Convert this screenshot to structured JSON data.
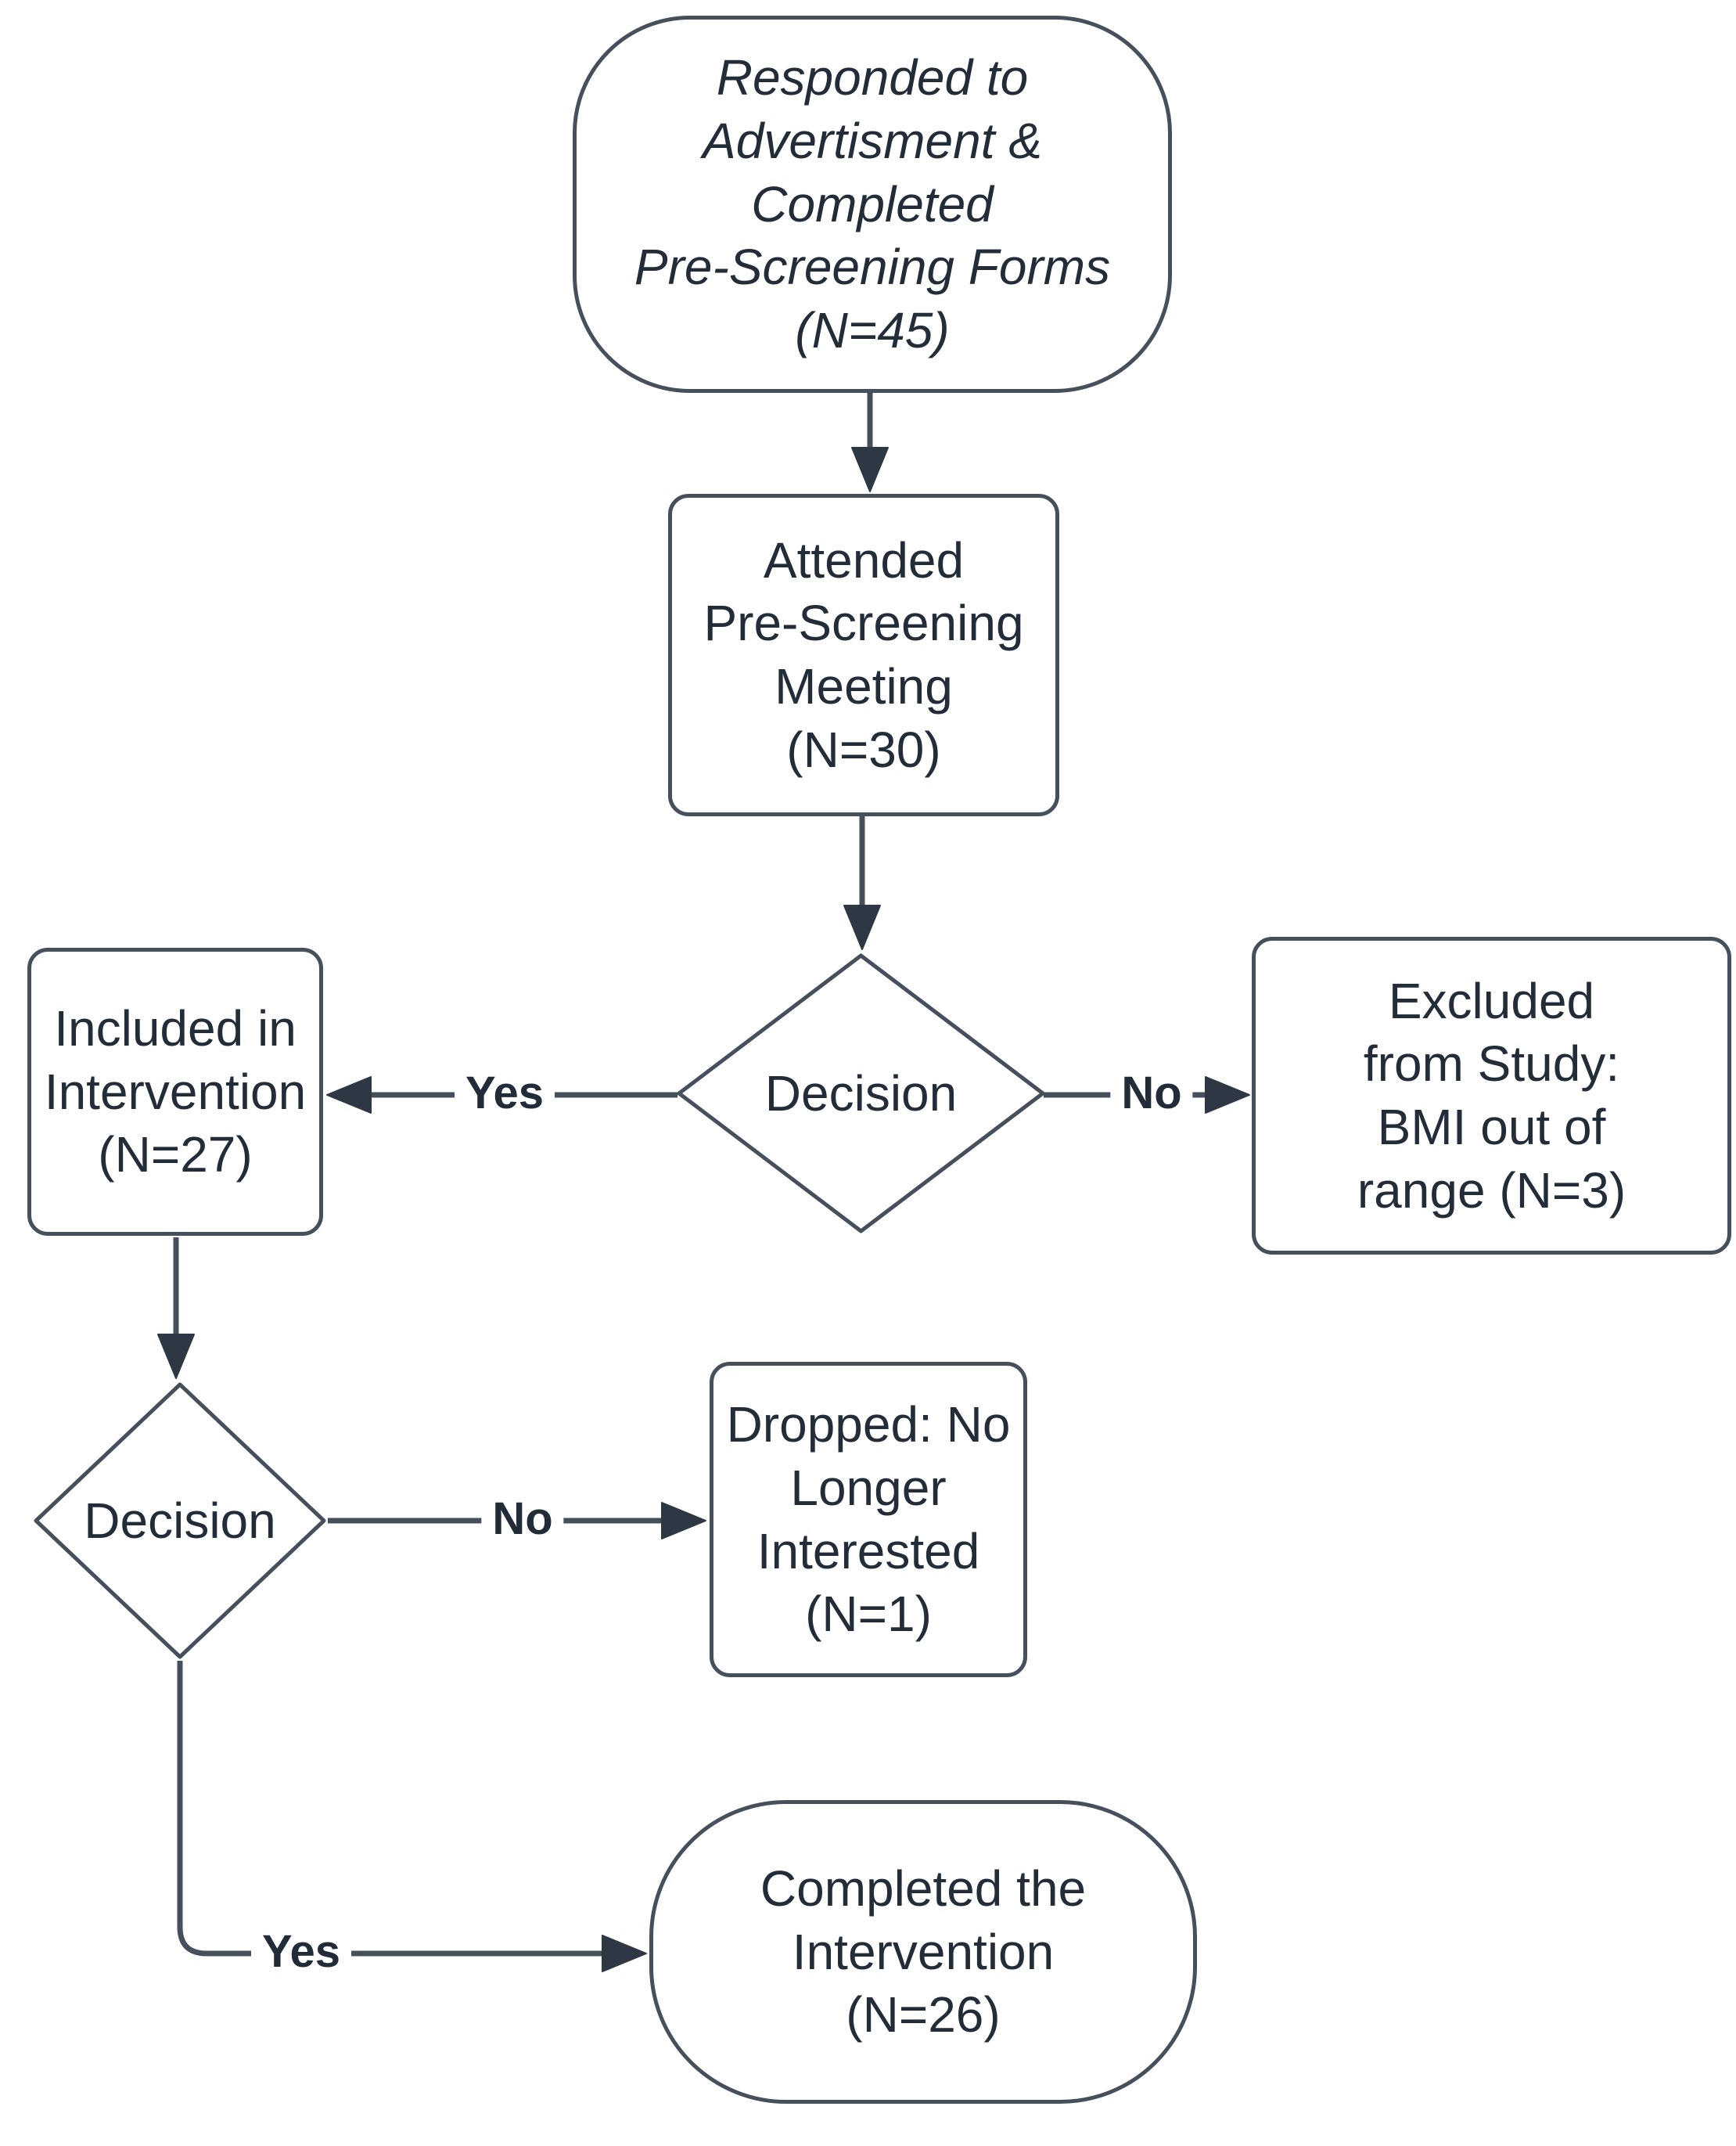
{
  "diagram": {
    "type": "flowchart",
    "background": "#ffffff",
    "colors": {
      "node_border": "#46505c",
      "connector": "#46505c",
      "arrowhead": "#2e3844",
      "text": "#232d39"
    }
  },
  "nodes": {
    "responded": {
      "shape": "terminator",
      "text": "Responded to\nAdvertisment &\nCompleted\nPre-Screening Forms\n(N=45)"
    },
    "attended": {
      "shape": "process",
      "text": "Attended\nPre-Screening\nMeeting\n(N=30)"
    },
    "decision1": {
      "shape": "decision",
      "text": "Decision"
    },
    "included": {
      "shape": "process",
      "text": "Included in\nIntervention\n(N=27)"
    },
    "excluded": {
      "shape": "process",
      "text": "Excluded\nfrom Study:\nBMI out of\nrange (N=3)"
    },
    "decision2": {
      "shape": "decision",
      "text": "Decision"
    },
    "dropped": {
      "shape": "process",
      "text": "Dropped: No\nLonger\nInterested\n(N=1)"
    },
    "completed": {
      "shape": "terminator",
      "text": "Completed the\nIntervention\n(N=26)"
    }
  },
  "edges": [
    {
      "from": "responded",
      "to": "attended",
      "label": ""
    },
    {
      "from": "attended",
      "to": "decision1",
      "label": ""
    },
    {
      "from": "decision1",
      "to": "included",
      "label": "Yes"
    },
    {
      "from": "decision1",
      "to": "excluded",
      "label": "No"
    },
    {
      "from": "included",
      "to": "decision2",
      "label": ""
    },
    {
      "from": "decision2",
      "to": "dropped",
      "label": "No"
    },
    {
      "from": "decision2",
      "to": "completed",
      "label": "Yes"
    }
  ]
}
